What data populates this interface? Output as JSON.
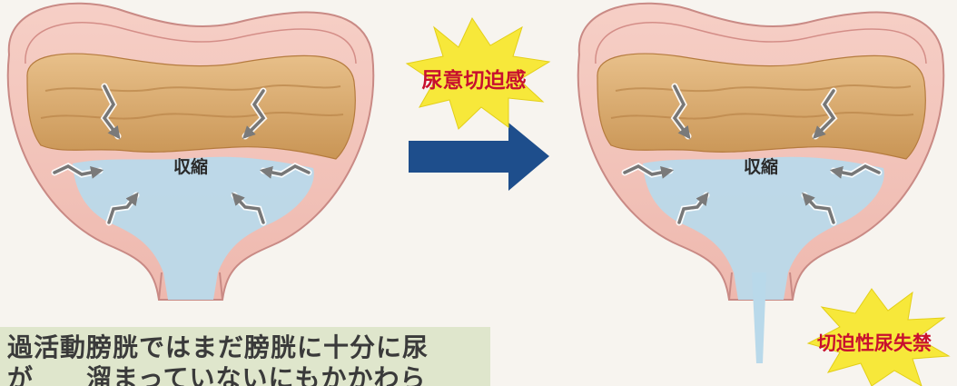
{
  "labels": {
    "left_contraction": "収縮",
    "right_contraction": "収縮",
    "urgency_burst": "尿意切迫感",
    "incontinence_burst": "切迫性尿失禁"
  },
  "caption": {
    "line1": "過活動膀胱ではまだ膀胱に十分に尿",
    "line2": "が　　溜まっていないにもかかわら"
  },
  "colors": {
    "bladder_wall": "#f2c4bb",
    "bladder_outline": "#c98a85",
    "muscle": "#d9a866",
    "urine": "#b9d9ea",
    "arrow": "#1e4e8c",
    "burst": "#f7e83a",
    "burst_text": "#c8102e",
    "contraction_arrow": "#777777"
  }
}
